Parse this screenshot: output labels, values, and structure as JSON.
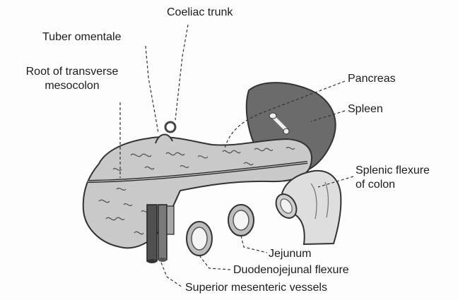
{
  "labels": {
    "coeliac_trunk": "Coeliac trunk",
    "tuber_omentale": "Tuber omentale",
    "root_transverse_line1": "Root of transverse",
    "root_transverse_line2": "mesocolon",
    "pancreas": "Pancreas",
    "spleen": "Spleen",
    "splenic_flexure_line1": "Splenic flexure",
    "splenic_flexure_line2": "of colon",
    "jejunum": "Jejunum",
    "duodenojejunal_flexure": "Duodenojejunal flexure",
    "superior_mesenteric_vessels": "Superior mesenteric vessels"
  },
  "colors": {
    "pancreas_fill": "#c9c9c9",
    "spleen_fill": "#6b6b6b",
    "colon_fill": "#dedede",
    "vessel_fill": "#555555",
    "line": "#333333"
  }
}
